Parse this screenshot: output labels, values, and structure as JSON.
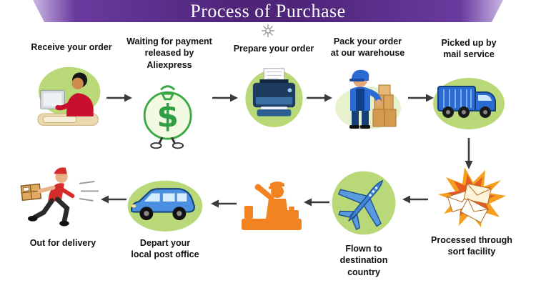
{
  "header": {
    "title": "Process of Purchase"
  },
  "steps": {
    "receive": {
      "label": "Receive your order"
    },
    "waiting": {
      "label": "Waiting for payment\nreleased by Aliexpress"
    },
    "prepare": {
      "label": "Prepare your order"
    },
    "pack": {
      "label": "Pack your order\nat our warehouse"
    },
    "pickup": {
      "label": "Picked up by\nmail service"
    },
    "sort": {
      "label": "Processed through\nsort facility"
    },
    "flown": {
      "label": "Flown to destination\ncountry"
    },
    "depart": {
      "label": "Depart your\nlocal post office"
    },
    "delivery": {
      "label": "Out for delivery"
    }
  },
  "icons": {
    "receive": "person-computer-icon",
    "waiting": "money-bag-icon",
    "prepare": "printer-icon",
    "pack": "warehouse-worker-icon",
    "pickup": "mail-truck-icon",
    "sort": "envelope-pile-icon",
    "flown": "airplane-icon",
    "customs": "customs-officer-icon",
    "depart": "post-van-icon",
    "delivery": "delivery-man-icon"
  },
  "colors": {
    "banner_purple": "#4d2478",
    "blob_green": "#b9d877",
    "arrow": "#3a3a3a",
    "accent_blue": "#2b6cd4",
    "accent_orange": "#f28321",
    "money_green": "#2f9e44",
    "box_tan": "#dca55e"
  }
}
